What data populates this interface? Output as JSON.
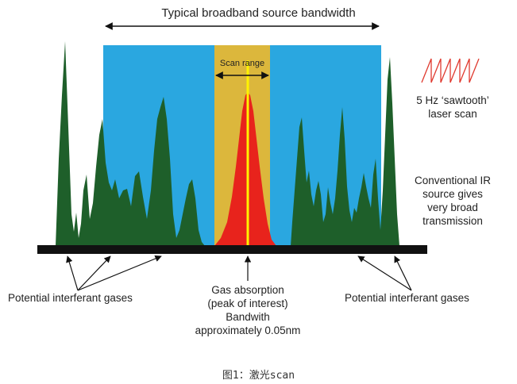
{
  "title": "Typical broadband source bandwidth",
  "scan_range": "Scan range",
  "sawtooth": {
    "line1": "5 Hz ‘sawtooth’",
    "line2": "laser scan"
  },
  "ir_note": {
    "line1": "Conventional IR",
    "line2": "source gives",
    "line3": "very broad",
    "line4": "transmission"
  },
  "left_gases": "Potential interferant gases",
  "right_gases": "Potential interferant gases",
  "center": {
    "line1": "Gas absorption",
    "line2": "(peak of interest)",
    "line3": "Bandwith",
    "line4": "approximately 0.05nm"
  },
  "caption": "图1：激光scan",
  "colors": {
    "band": "#2aa7e0",
    "scan": "#dcb73c",
    "peak": "#e8231c",
    "center_line": "#fff200",
    "green": "#1e5f2a",
    "baseline": "#111111",
    "sawtooth": "#e03a2f"
  }
}
